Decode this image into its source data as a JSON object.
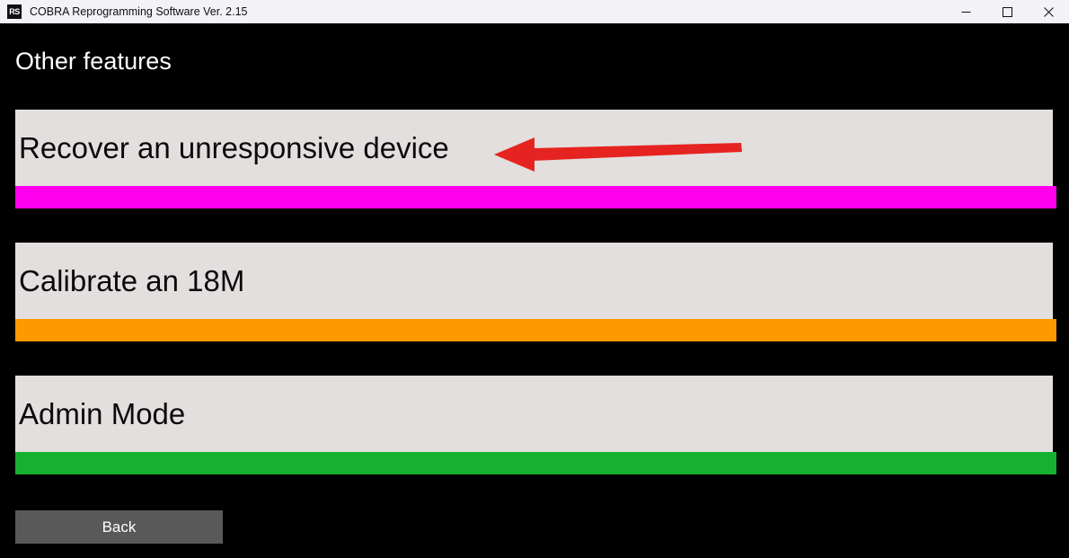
{
  "window": {
    "icon_label": "RS",
    "icon_name": "app-icon-rs",
    "title": "COBRA Reprogramming Software Ver. 2.15",
    "controls": [
      {
        "name": "minimize-button",
        "glyph": "minimize"
      },
      {
        "name": "maximize-button",
        "glyph": "maximize"
      },
      {
        "name": "close-button",
        "glyph": "close"
      }
    ]
  },
  "page": {
    "heading": "Other features",
    "background_color": "#000000"
  },
  "features": [
    {
      "label": "Recover an unresponsive device",
      "accent_color": "#FF00EE",
      "accent_name": "magenta"
    },
    {
      "label": "Calibrate an 18M",
      "accent_color": "#FF9900",
      "accent_name": "orange"
    },
    {
      "label": "Admin Mode",
      "accent_color": "#16B12E",
      "accent_name": "green"
    }
  ],
  "annotation": {
    "type": "arrow",
    "direction": "left",
    "color": "#E52421",
    "points_at": "Recover an unresponsive device"
  },
  "footer": {
    "back_label": "Back",
    "back_color": "#595959"
  }
}
